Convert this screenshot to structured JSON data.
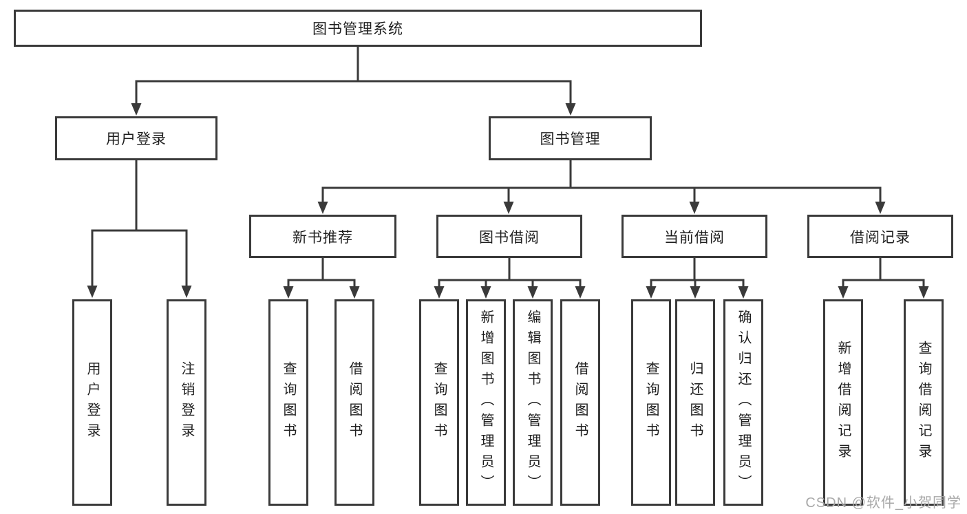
{
  "diagram": {
    "root": {
      "label": "图书管理系统"
    },
    "branches": [
      {
        "label": "用户登录",
        "children": [
          {
            "label": "用户登录"
          },
          {
            "label": "注销登录"
          }
        ]
      },
      {
        "label": "图书管理",
        "children": [
          {
            "label": "新书推荐",
            "children": [
              {
                "label": "查询图书"
              },
              {
                "label": "借阅图书"
              }
            ]
          },
          {
            "label": "图书借阅",
            "children": [
              {
                "label": "查询图书"
              },
              {
                "label": "新增图书（管理员）"
              },
              {
                "label": "编辑图书（管理员）"
              },
              {
                "label": "借阅图书"
              }
            ]
          },
          {
            "label": "当前借阅",
            "children": [
              {
                "label": "查询图书"
              },
              {
                "label": "归还图书"
              },
              {
                "label": "确认归还（管理员）"
              }
            ]
          },
          {
            "label": "借阅记录",
            "children": [
              {
                "label": "新增借阅记录"
              },
              {
                "label": "查询借阅记录"
              }
            ]
          }
        ]
      }
    ]
  },
  "watermark": {
    "text": "CSDN @软件_小贺同学"
  },
  "colors": {
    "line": "#3a3a3a",
    "text": "#1f1f1f",
    "background": "#ffffff",
    "watermark": "#a8a8a8"
  }
}
